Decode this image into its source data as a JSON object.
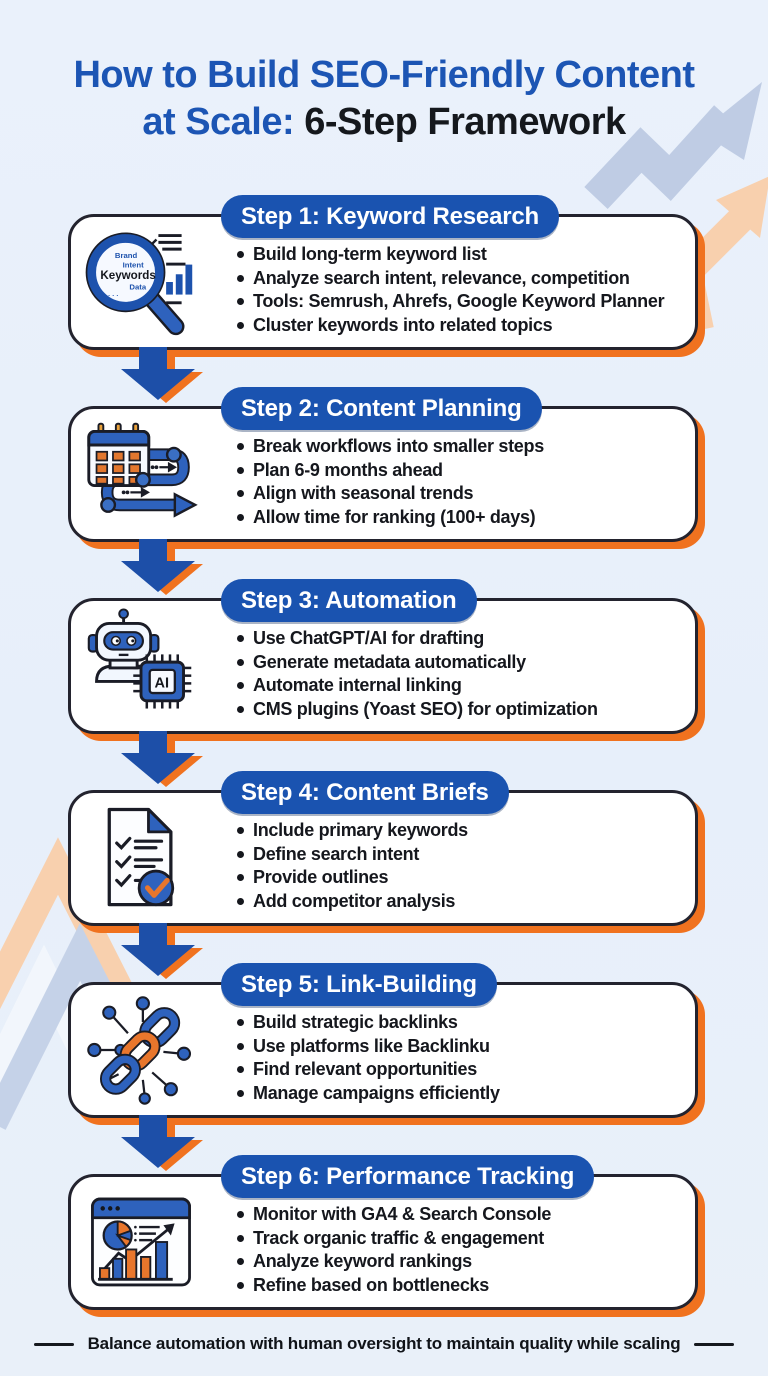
{
  "title": {
    "line1": "How to Build SEO-Friendly Content",
    "line2_accent": "at Scale:",
    "line2_rest": " 6-Step Framework"
  },
  "steps": [
    {
      "header": "Step 1: Keyword Research",
      "icon": "magnifier-keywords-icon",
      "icon_words": {
        "top": "Brand",
        "mid": "Intent",
        "main": "Keywords",
        "bottom": "Data"
      },
      "bullets": [
        "Build long-term keyword list",
        "Analyze search intent, relevance, competition",
        "Tools: Semrush, Ahrefs, Google Keyword Planner",
        "Cluster keywords into related topics"
      ]
    },
    {
      "header": "Step 2: Content Planning",
      "icon": "calendar-workflow-icon",
      "bullets": [
        "Break workflows into smaller steps",
        "Plan 6-9 months ahead",
        "Align with seasonal trends",
        "Allow time for ranking (100+ days)"
      ]
    },
    {
      "header": "Step 3: Automation",
      "icon": "robot-ai-chip-icon",
      "chip_label": "AI",
      "bullets": [
        "Use ChatGPT/AI for drafting",
        "Generate metadata automatically",
        "Automate internal linking",
        "CMS plugins (Yoast SEO) for optimization"
      ]
    },
    {
      "header": "Step 4: Content Briefs",
      "icon": "checklist-document-icon",
      "bullets": [
        "Include primary keywords",
        "Define search intent",
        "Provide outlines",
        "Add competitor analysis"
      ]
    },
    {
      "header": "Step 5: Link-Building",
      "icon": "chain-link-network-icon",
      "bullets": [
        "Build strategic backlinks",
        "Use platforms like Backlinku",
        "Find relevant opportunities",
        "Manage campaigns efficiently"
      ]
    },
    {
      "header": "Step 6: Performance Tracking",
      "icon": "analytics-dashboard-icon",
      "bullets": [
        "Monitor with GA4 & Search Console",
        "Track organic traffic & engagement",
        "Analyze keyword rankings",
        "Refine based on bottlenecks"
      ]
    }
  ],
  "footer": {
    "text": "Balance automation with human oversight to maintain quality while scaling"
  },
  "colors": {
    "accent_blue": "#1a53b0",
    "accent_orange": "#f0721f",
    "title_blue": "#1c55b4",
    "text_dark": "#15171d",
    "background": "#e9f0f9",
    "deco_blue": "#bfcce4",
    "deco_orange": "#f8d0ae"
  }
}
